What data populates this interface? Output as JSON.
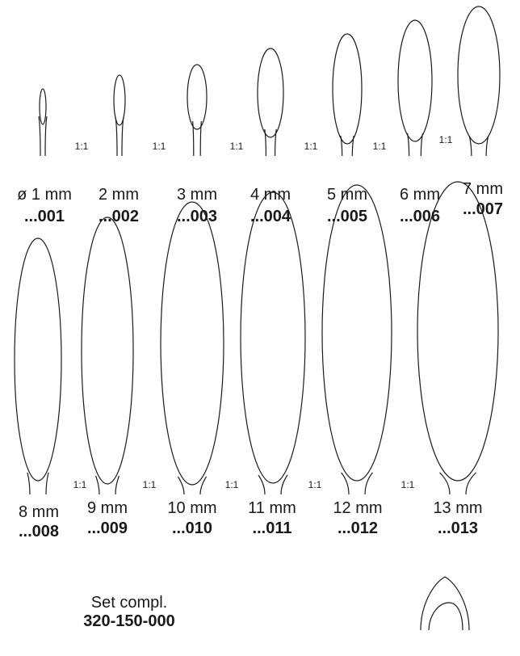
{
  "scale_label": "1:1",
  "items": [
    {
      "size": "ø 1 mm",
      "code": "...001"
    },
    {
      "size": "2 mm",
      "code": "...002"
    },
    {
      "size": "3 mm",
      "code": "...003"
    },
    {
      "size": "4 mm",
      "code": "...004"
    },
    {
      "size": "5 mm",
      "code": "...005"
    },
    {
      "size": "6 mm",
      "code": "...006"
    },
    {
      "size": "7 mm",
      "code": "...007"
    },
    {
      "size": "8 mm",
      "code": "...008"
    },
    {
      "size": "9 mm",
      "code": "...009"
    },
    {
      "size": "10 mm",
      "code": "...010"
    },
    {
      "size": "11 mm",
      "code": "...011"
    },
    {
      "size": "12 mm",
      "code": "...012"
    },
    {
      "size": "13 mm",
      "code": "...013"
    }
  ],
  "set": {
    "title": "Set compl.",
    "number": "320-150-000"
  }
}
